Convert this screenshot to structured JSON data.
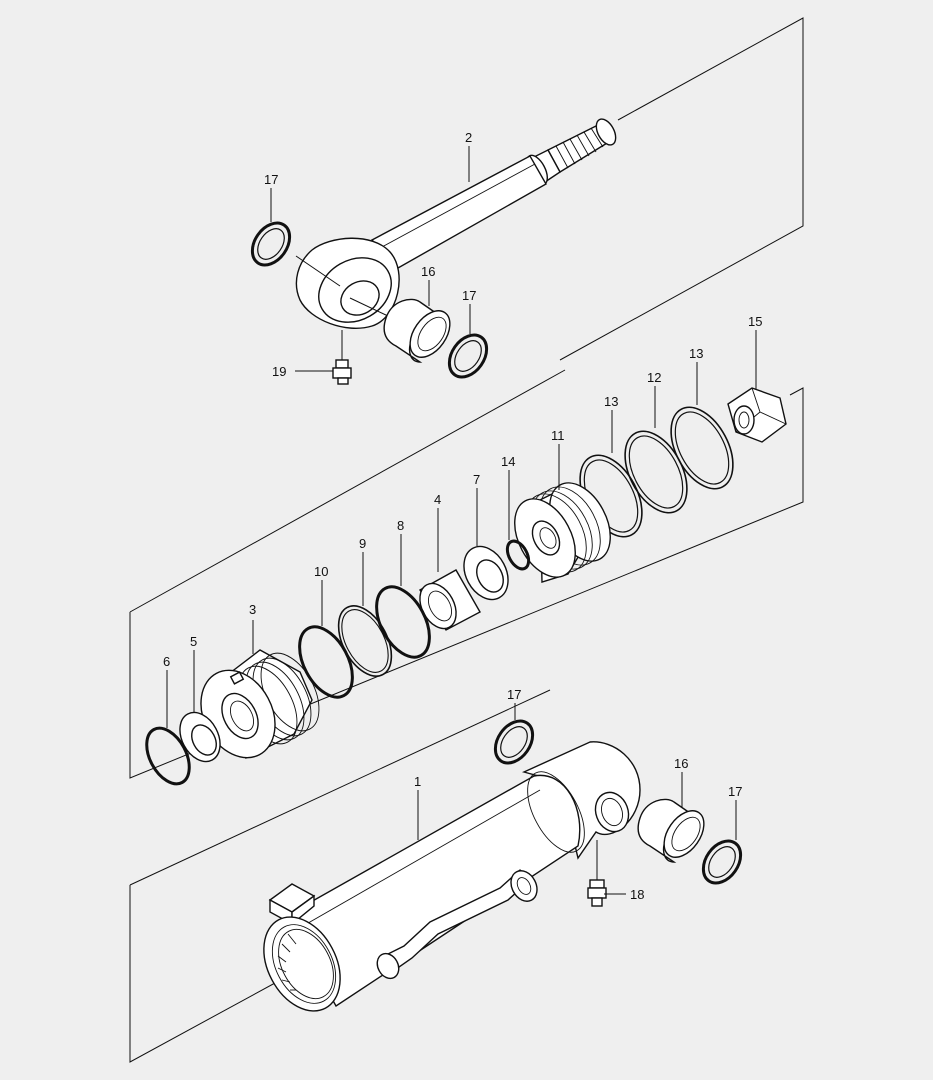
{
  "diagram": {
    "callouts": {
      "c1": "1",
      "c2": "2",
      "c3": "3",
      "c4": "4",
      "c5": "5",
      "c6": "6",
      "c7": "7",
      "c8": "8",
      "c9": "9",
      "c10": "10",
      "c11": "11",
      "c12": "12",
      "c13a": "13",
      "c13b": "13",
      "c14": "14",
      "c15": "15",
      "c16a": "16",
      "c16b": "16",
      "c17a": "17",
      "c17b": "17",
      "c17c": "17",
      "c17d": "17",
      "c18": "18",
      "c19": "19"
    }
  }
}
